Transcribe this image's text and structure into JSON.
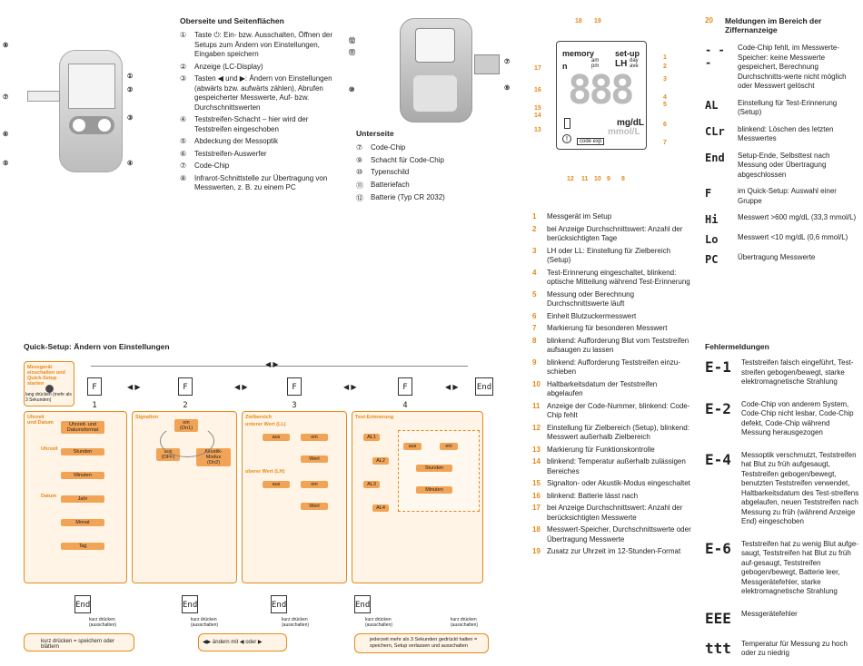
{
  "top_section": {
    "title": "Oberseite und Seitenflächen",
    "items": [
      {
        "n": "①",
        "text": "Taste ⏻: Ein- bzw. Ausschalten, Öffnen der Setups zum Ändern von Einstellungen, Eingaben speichern"
      },
      {
        "n": "②",
        "text": "Anzeige (LC-Display)"
      },
      {
        "n": "③",
        "text": "Tasten ◀ und ▶: Ändern von Einstellungen (abwärts bzw. aufwärts zählen), Abrufen gespeicherter Messwerte, Auf- bzw. Durchschnittswerten"
      },
      {
        "n": "④",
        "text": "Teststreifen-Schacht – hier wird der Teststreifen eingeschoben"
      },
      {
        "n": "⑤",
        "text": "Abdeckung der Messoptik"
      },
      {
        "n": "⑥",
        "text": "Teststreifen-Auswerfer"
      },
      {
        "n": "⑦",
        "text": "Code-Chip"
      },
      {
        "n": "⑧",
        "text": "Infrarot-Schnittstelle zur Übertragung von Messwerten, z. B. zu einem PC"
      }
    ]
  },
  "bottom_side": {
    "title": "Unterseite",
    "items": [
      {
        "n": "⑦",
        "text": "Code-Chip"
      },
      {
        "n": "⑨",
        "text": "Schacht für Code-Chip"
      },
      {
        "n": "⑩",
        "text": "Typenschild"
      },
      {
        "n": "⑪",
        "text": "Batteriefach"
      },
      {
        "n": "⑫",
        "text": "Batterie (Typ CR 2032)"
      }
    ]
  },
  "device_callouts": {
    "left": [
      "⑧",
      "⑦",
      "⑥",
      "⑤"
    ],
    "right": [
      "①",
      "②",
      "③",
      "④"
    ],
    "back": [
      "⑫",
      "⑪",
      "⑩",
      "⑦",
      "⑨"
    ]
  },
  "lcd": {
    "memory": "memory",
    "set_up": "set-up",
    "am": "am",
    "pm": "pm",
    "day": "day",
    "ave": "ave",
    "lh": "LH",
    "n": "n",
    "digits": "888",
    "unit1": "mg/dL",
    "unit2": "mmol/L",
    "code_exp": "code exp",
    "callouts_top": [
      "18",
      "19"
    ],
    "callouts_left": [
      "17",
      "16",
      "15",
      "14",
      "13"
    ],
    "callouts_right": [
      "1",
      "2",
      "3",
      "4",
      "5",
      "6",
      "7"
    ],
    "callouts_bottom": [
      "12",
      "11",
      "10",
      "9",
      "8"
    ]
  },
  "lcd_legend": [
    {
      "n": "1",
      "text": "Messgerät im Setup"
    },
    {
      "n": "2",
      "text": "bei Anzeige Durchschnittswert: Anzahl der berücksichtigten Tage"
    },
    {
      "n": "3",
      "text": "LH oder LL: Einstellung für Zielbereich (Setup)"
    },
    {
      "n": "4",
      "text": "Test-Erinnerung eingeschaltet, blinkend: optische Mitteilung während Test-Erinnerung"
    },
    {
      "n": "5",
      "text": "Messung oder Berechnung Durchschnittswerte läuft"
    },
    {
      "n": "6",
      "text": "Einheit Blutzuckermesswert"
    },
    {
      "n": "7",
      "text": "Markierung für besonderen Messwert"
    },
    {
      "n": "8",
      "text": "blinkend: Aufforderung Blut vom Teststreifen aufsaugen zu lassen"
    },
    {
      "n": "9",
      "text": "blinkend: Aufforderung Teststreifen einzu-schieben"
    },
    {
      "n": "10",
      "text": "Haltbarkeitsdatum der Teststreifen abgelaufen"
    },
    {
      "n": "11",
      "text": "Anzeige der Code-Nummer, blinkend: Code-Chip fehlt"
    },
    {
      "n": "12",
      "text": "Einstellung für Zielbereich (Setup), blinkend: Messwert außerhalb Zielbereich"
    },
    {
      "n": "13",
      "text": "Markierung für Funktionskontrolle"
    },
    {
      "n": "14",
      "text": "blinkend: Temperatur außerhalb zulässigen Bereiches"
    },
    {
      "n": "15",
      "text": "Signalton- oder Akustik-Modus eingeschaltet"
    },
    {
      "n": "16",
      "text": "blinkend: Batterie lässt nach"
    },
    {
      "n": "17",
      "text": "bei Anzeige Durchschnittswert: Anzahl der berücksichtigten Messwerte"
    },
    {
      "n": "18",
      "text": "Messwert-Speicher, Durchschnittswerte oder Übertragung Messwerte"
    },
    {
      "n": "19",
      "text": "Zusatz zur Uhrzeit im 12-Stunden-Format"
    }
  ],
  "messages": {
    "num": "20",
    "title": "Meldungen im Bereich der Ziffernanzeige",
    "items": [
      {
        "sym": "- - -",
        "text": "Code-Chip fehlt, im Messwerte-Speicher: keine Messwerte gespeichert, Berechnung Durchschnitts-werte nicht möglich oder Messwert gelöscht"
      },
      {
        "sym": "AL",
        "text": "Einstellung für Test-Erinnerung (Setup)"
      },
      {
        "sym": "CLr",
        "text": "blinkend: Löschen des letzten Messwertes"
      },
      {
        "sym": "End",
        "text": "Setup-Ende, Selbsttest nach Messung oder Übertragung abgeschlossen"
      },
      {
        "sym": "F",
        "text": "im Quick-Setup: Auswahl einer Gruppe"
      },
      {
        "sym": "Hi",
        "text": "Messwert >600 mg/dL (33,3 mmol/L)"
      },
      {
        "sym": "Lo",
        "text": "Messwert <10 mg/dL (0,6 mmol/L)"
      },
      {
        "sym": "PC",
        "text": "Übertragung Messwerte"
      }
    ]
  },
  "errors": {
    "title": "Fehlermeldungen",
    "items": [
      {
        "sym": "E-1",
        "text": "Teststreifen falsch eingeführt, Test-streifen gebogen/bewegt, starke elektromagnetische Strahlung"
      },
      {
        "sym": "E-2",
        "text": "Code-Chip von anderem System, Code-Chip nicht lesbar, Code-Chip defekt, Code-Chip während Messung herausgezogen"
      },
      {
        "sym": "E-4",
        "text": "Messoptik verschmutzt, Teststreifen hat Blut zu früh aufgesaugt, Teststreifen gebogen/bewegt, benutzten Teststreifen verwendet, Haltbarkeitsdatum des Test-streifens abgelaufen, neuen Teststreifen nach Messung zu früh (während Anzeige End) eingeschoben"
      },
      {
        "sym": "E-6",
        "text": "Teststreifen hat zu wenig Blut aufge-saugt, Teststreifen hat Blut zu früh auf-gesaugt, Teststreifen gebogen/bewegt, Batterie leer, Messgerätefehler, starke elektromagnetische Strahlung"
      },
      {
        "sym": "EEE",
        "text": "Messgerätefehler"
      },
      {
        "sym": "ttt",
        "text": "Temperatur für Messung zu hoch oder zu niedrig"
      }
    ]
  },
  "quick_setup": {
    "title": "Quick-Setup: Ändern von Einstellungen",
    "start_label": "Messgerät einschalten und Quick-Setup starten",
    "start_hint": "lang drücken (mehr als 3 Sekunden)",
    "displays": [
      "F 1",
      "F 2",
      "F 3",
      "F 4",
      "End"
    ],
    "p1": {
      "title": "Uhrzeit und Datum",
      "sub1": "Uhrzeit",
      "sub2": "Datum",
      "boxes": [
        "Uhrzeit- und Datumsformat",
        "Stunden",
        "Minuten",
        "Jahr",
        "Monat",
        "Tag"
      ]
    },
    "p2": {
      "title": "Signalton",
      "boxes": [
        "ein (On1)",
        "aus (OFF)",
        "Akustik-Modus (On2)"
      ]
    },
    "p3": {
      "title": "Zielbereich",
      "sub1": "unterer Wert (LL)",
      "sub2": "oberer Wert (LH)",
      "boxes": [
        "aus",
        "ein",
        "Wert",
        "aus",
        "ein",
        "Wert"
      ]
    },
    "p4": {
      "title": "Test-Erinnerung",
      "boxes": [
        "AL1",
        "AL2",
        "AL3",
        "AL4",
        "aus",
        "ein",
        "Stunden",
        "Minuten"
      ]
    },
    "end_hint": "kurz drücken (ausschalten)",
    "legend1": "kurz drücken = speichern oder blättern",
    "legend2_a": "ändern mit",
    "legend2_b": "oder",
    "legend3": "jederzeit mehr als 3 Sekunden gedrückt halten = speichern, Setup verlassen und ausschalten"
  },
  "colors": {
    "accent": "#e6891a",
    "box": "#f2a456",
    "panel": "#fff4e6"
  }
}
